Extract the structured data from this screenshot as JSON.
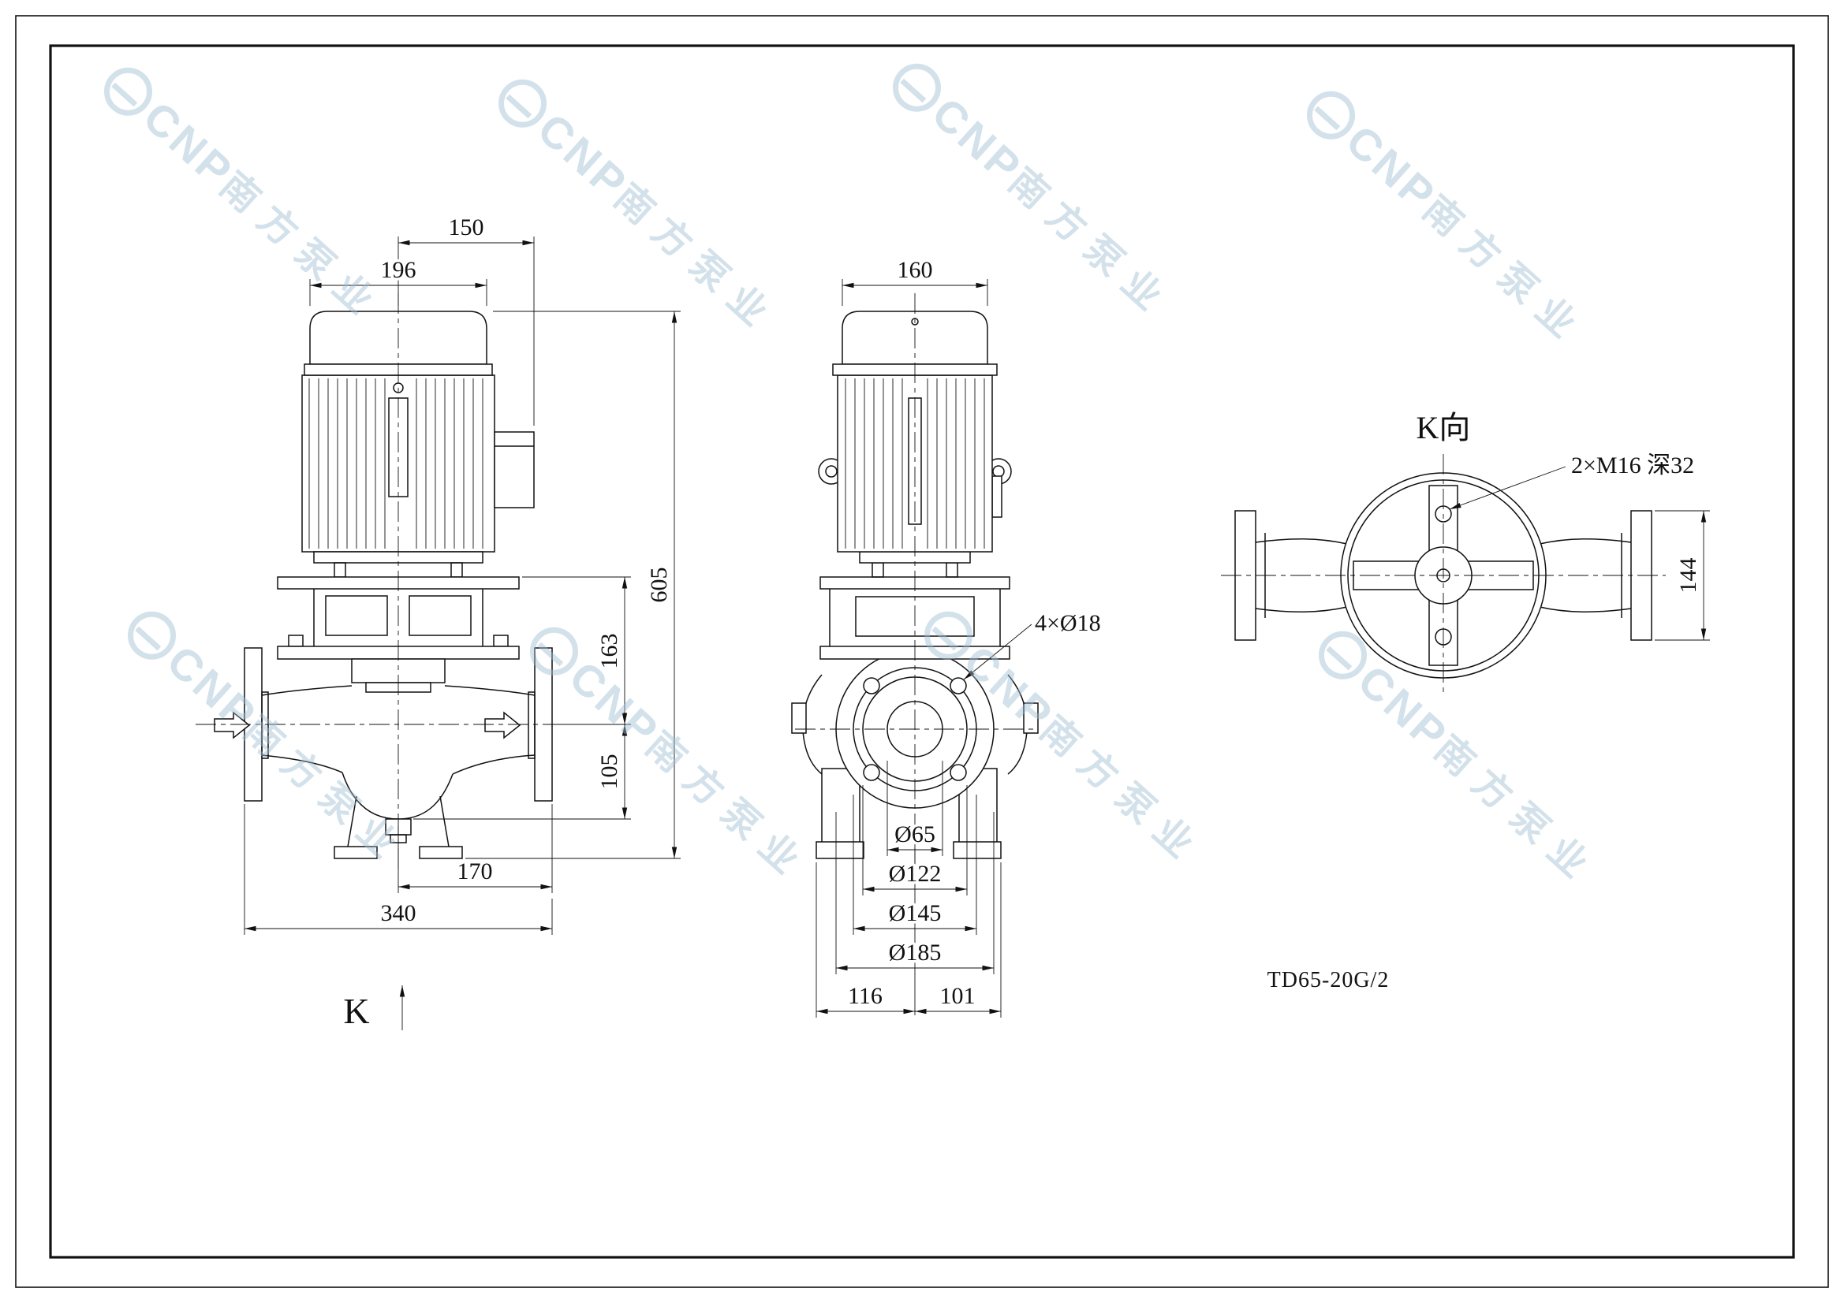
{
  "sheet": {
    "model_label": "TD65-20G/2"
  },
  "watermark": {
    "latin": "CNP",
    "chinese": "南方泵业"
  },
  "side_view": {
    "view_arrow_label": "K",
    "dims": {
      "motor_center_to_box": "150",
      "motor_width": "196",
      "total_height": "605",
      "plate_to_centerline": "163",
      "centerline_to_bottom": "105",
      "center_to_flange": "170",
      "overall_width": "340"
    }
  },
  "front_view": {
    "dims": {
      "motor_width": "160",
      "bolt_holes": "4×Ø18",
      "bore": "Ø65",
      "raised_face": "Ø122",
      "bolt_circle": "Ø145",
      "flange_od": "Ø185",
      "center_to_left": "116",
      "center_to_right": "101"
    }
  },
  "k_view": {
    "title": "K向",
    "tapped_holes": "2×M16 深32",
    "flange_height": "144"
  }
}
